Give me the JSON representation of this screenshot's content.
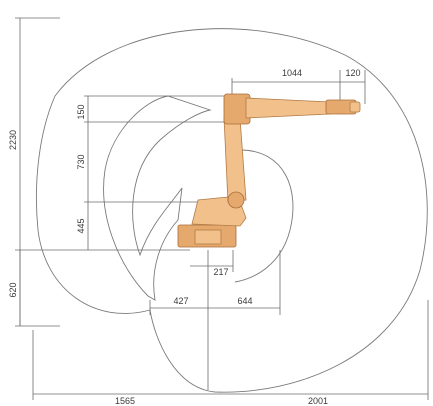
{
  "diagram": {
    "dimensions": {
      "top_arm_length": "1044",
      "top_wrist": "120",
      "vertical_total": "2230",
      "vertical_150": "150",
      "vertical_730": "730",
      "vertical_445": "445",
      "vertical_620": "620",
      "base_217": "217",
      "horizontal_427": "427",
      "horizontal_644": "644",
      "bottom_left": "1565",
      "bottom_right": "2001"
    },
    "colors": {
      "robot_body": "#f2c08a",
      "robot_shade": "#e5a96d",
      "lines": "#6b6b6b"
    }
  }
}
